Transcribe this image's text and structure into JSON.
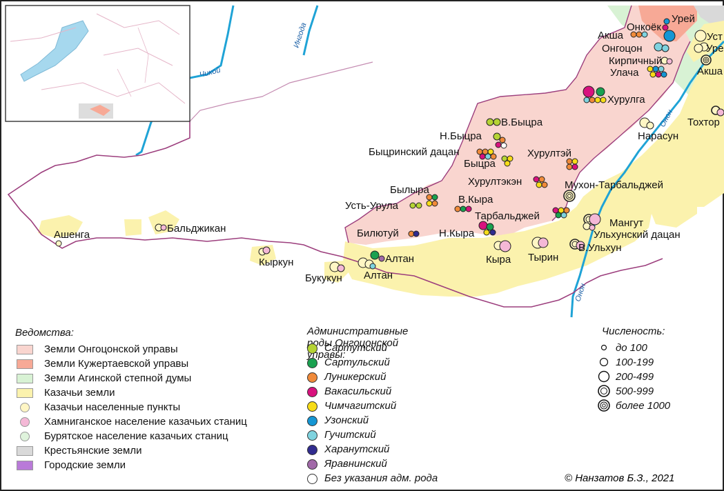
{
  "colors": {
    "ongotsoy": "#f9d5cf",
    "kuzhertaev": "#f7a996",
    "aga": "#d8f2d4",
    "cossack": "#fbf2ad",
    "peasant": "#d9d9d9",
    "urban": "#b97ad8",
    "river": "#1fa3d6",
    "boundary": "#9c3e7d",
    "lake": "#a6d8ee"
  },
  "rivers": [
    "Ингода",
    "Чикой",
    "Онон",
    "Онон"
  ],
  "settlements": [
    "Урей",
    "Онкоёк",
    "Акша",
    "Онгоцон",
    "Кирпичный",
    "Улача",
    "Хурулга",
    "Нарасун",
    "Тохтор",
    "Уст",
    "Урей",
    "Акша",
    "В.Быцра",
    "Н.Быцра",
    "Быцринский дацан",
    "Быцра",
    "Хурултэй",
    "Хурултэкэн",
    "Мухон-Тарбальджей",
    "Былыра",
    "Усть-Урула",
    "В.Кыра",
    "Тарбальджей",
    "Мангут",
    "Ульхунский дацан",
    "Билютуй",
    "Н.Кыра",
    "Кыра",
    "Тырин",
    "В.Ульхун",
    "Алтан",
    "Алтан",
    "Букукун",
    "Кыркун",
    "Бальджикан",
    "Ашенга"
  ],
  "legend": {
    "departments": {
      "title": "Ведомства:",
      "items": [
        {
          "label": "Земли Онгоцонской управы",
          "color": "#f9d5cf"
        },
        {
          "label": "Земли Кужертаевской управы",
          "color": "#f7a996"
        },
        {
          "label": "Земли Агинской степной думы",
          "color": "#d8f2d4"
        },
        {
          "label": "Казачьи земли",
          "color": "#fbf2ad"
        },
        {
          "label": "Казачьи населенные пункты",
          "color": "#fbf2ad"
        },
        {
          "label": "Хамниганское население казачьих станиц",
          "color": "#f4b8d6"
        },
        {
          "label": "Бурятское население казачьих станиц",
          "color": "#dff3dc"
        },
        {
          "label": "Крестьянские земли",
          "color": "#d9d9d9"
        },
        {
          "label": "Городские земли",
          "color": "#b97ad8"
        }
      ]
    },
    "clans": {
      "title": "Административные роды Онгоцонской управы:",
      "items": [
        {
          "label": "Сартутский",
          "color": "#b5d334"
        },
        {
          "label": "Сартульский",
          "color": "#1aa150"
        },
        {
          "label": "Луникерский",
          "color": "#f08a3a"
        },
        {
          "label": "Вакасильский",
          "color": "#d8127e"
        },
        {
          "label": "Чимчагитский",
          "color": "#f7dc17"
        },
        {
          "label": "Узонский",
          "color": "#1596d4"
        },
        {
          "label": "Гучитский",
          "color": "#7fd3df"
        },
        {
          "label": "Харанутский",
          "color": "#312c8f"
        },
        {
          "label": "Яравнинский",
          "color": "#a169a8"
        },
        {
          "label": "Без указания адм. рода",
          "color": "#ffffff"
        }
      ]
    },
    "population": {
      "title": "Численость:",
      "items": [
        {
          "label": "до 100"
        },
        {
          "label": "100-199"
        },
        {
          "label": "200-499"
        },
        {
          "label": "500-999"
        },
        {
          "label": "более 1000"
        }
      ]
    }
  },
  "copyright": "© Нанзатов Б.З., 2021"
}
